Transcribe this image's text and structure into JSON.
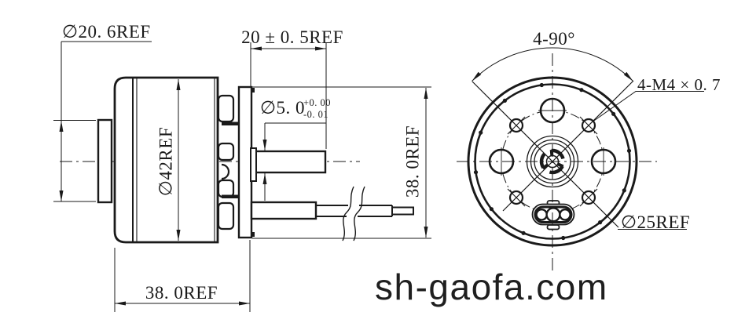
{
  "drawing": {
    "side_view": {
      "label_cap_diameter": "∅20. 6REF",
      "label_shaft_extension": "20 ± 0. 5REF",
      "label_shaft_diameter": "∅5. 0",
      "label_shaft_tol_upper": "+0. 00",
      "label_shaft_tol_lower": "-0. 01",
      "label_body_diameter": "∅42REF",
      "label_flange_size": "38. 0REF",
      "label_body_length": "38. 0REF"
    },
    "front_view": {
      "label_hole_spacing_angle": "4-90°",
      "label_mounting_holes": "4-M4 × 0. 7",
      "label_bolt_circle_diameter": "∅25REF"
    },
    "watermark": "sh-gaofa.com",
    "colors": {
      "line": "#1a1a1a",
      "text": "#1a1a1a",
      "watermark": "#1f1f1f",
      "background": "#ffffff"
    }
  }
}
